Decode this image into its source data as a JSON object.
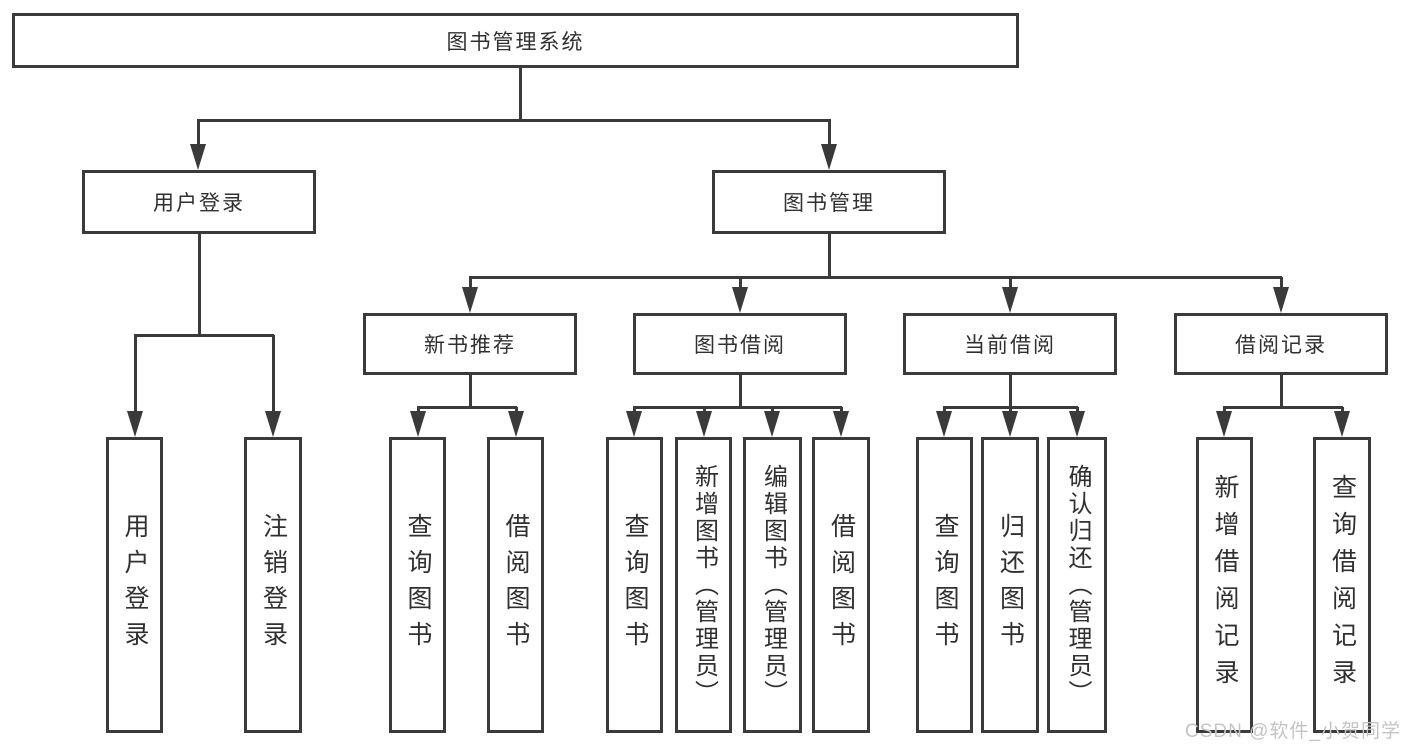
{
  "colors": {
    "line": "#3a3a3a",
    "text": "#303030",
    "background": "#ffffff",
    "watermark": "#c4c4c4"
  },
  "watermark": "CSDN @软件_小贺同学",
  "tree": {
    "root": {
      "label": "图书管理系统"
    },
    "children": [
      {
        "label": "用户登录",
        "children": [
          {
            "label": "用户登录"
          },
          {
            "label": "注销登录"
          }
        ]
      },
      {
        "label": "图书管理",
        "children": [
          {
            "label": "新书推荐",
            "children": [
              {
                "label": "查询图书"
              },
              {
                "label": "借阅图书"
              }
            ]
          },
          {
            "label": "图书借阅",
            "children": [
              {
                "label": "查询图书"
              },
              {
                "label": "新增图书（管理员）"
              },
              {
                "label": "编辑图书（管理员）"
              },
              {
                "label": "借阅图书"
              }
            ]
          },
          {
            "label": "当前借阅",
            "children": [
              {
                "label": "查询图书"
              },
              {
                "label": "归还图书"
              },
              {
                "label": "确认归还（管理员）"
              }
            ]
          },
          {
            "label": "借阅记录",
            "children": [
              {
                "label": "新增借阅记录"
              },
              {
                "label": "查询借阅记录"
              }
            ]
          }
        ]
      }
    ]
  }
}
